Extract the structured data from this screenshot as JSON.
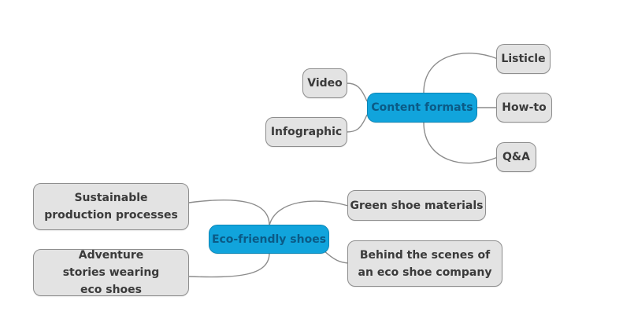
{
  "mindmap": {
    "colors": {
      "central_fill": "#11a4dc",
      "central_text": "#0b5a86",
      "node_fill": "#e3e3e3",
      "node_text": "#3a3a3a",
      "link": "#8c8c8c"
    },
    "topics": [
      {
        "label": "Content formats",
        "children": [
          "Video",
          "Infographic",
          "Listicle",
          "How-to",
          "Q&A"
        ]
      },
      {
        "label": "Eco-friendly shoes",
        "children": [
          "Sustainable production processes",
          "Adventure stories wearing eco shoes",
          "Green shoe materials",
          "Behind the scenes of an eco shoe company"
        ]
      }
    ]
  }
}
